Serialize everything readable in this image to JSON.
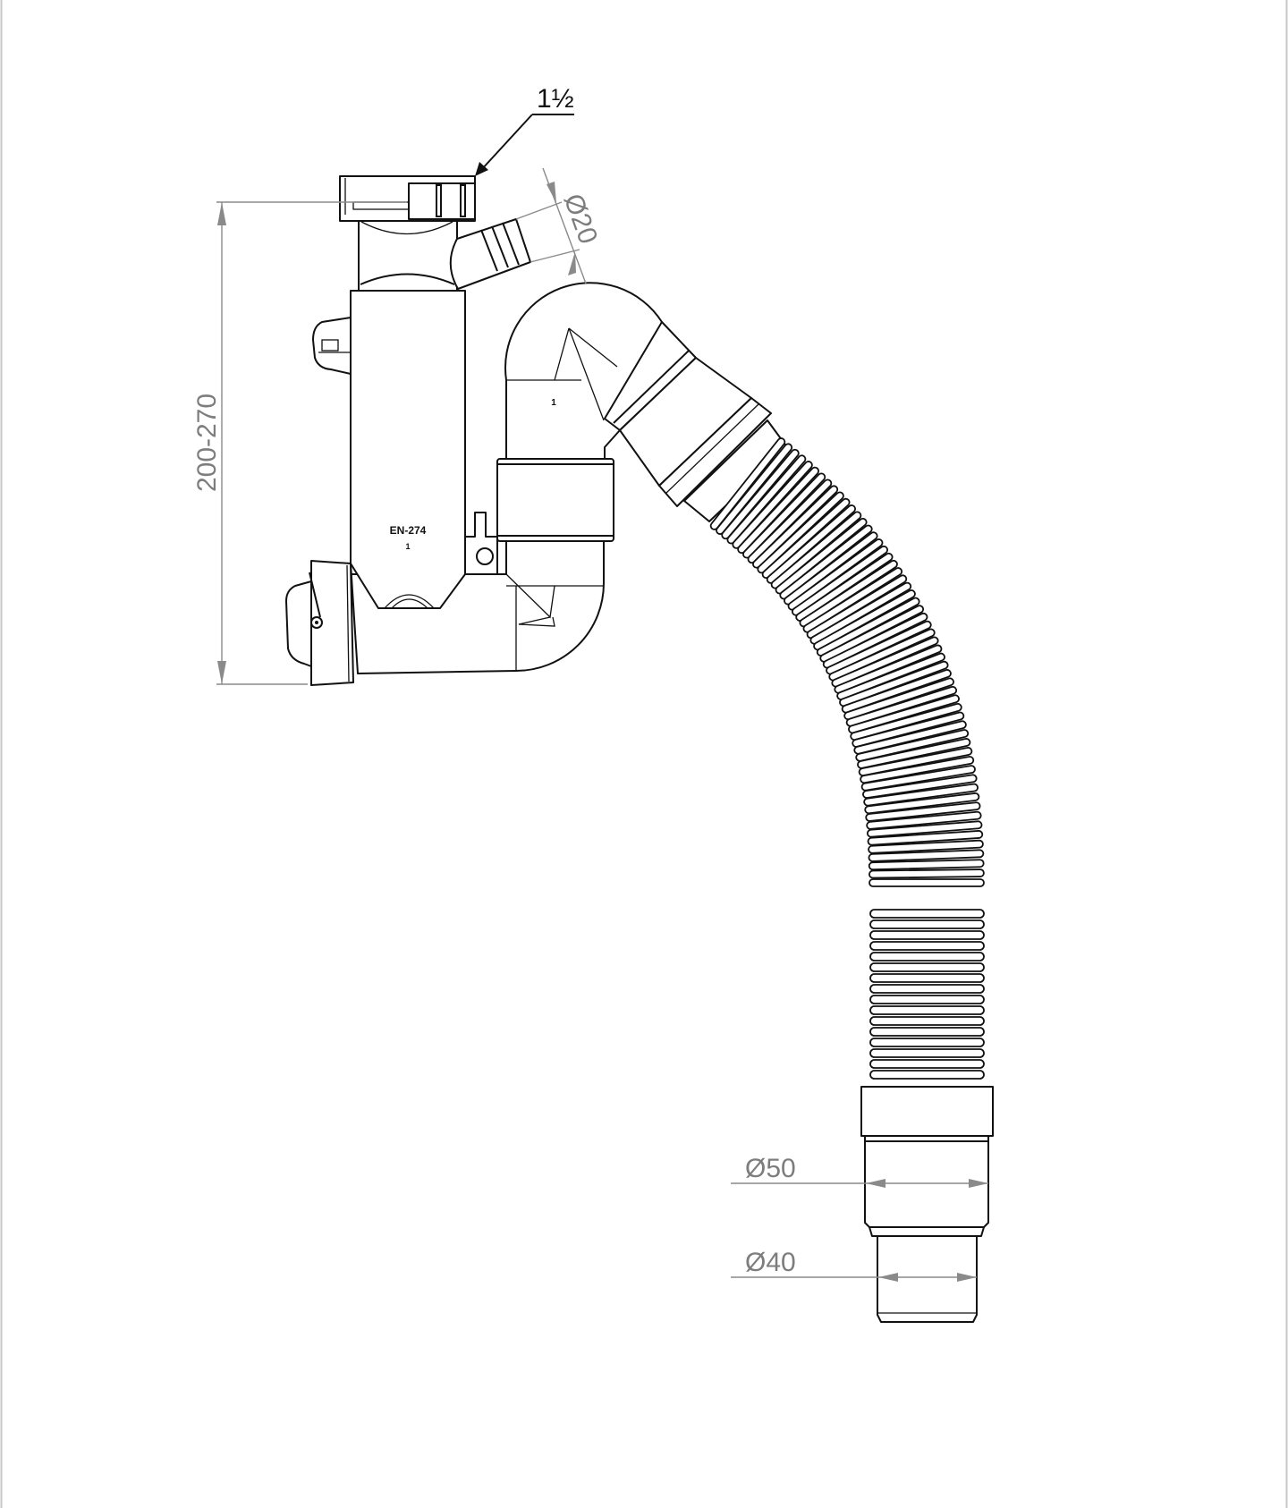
{
  "drawing": {
    "thread_size_label": "1½",
    "inlet_diameter_label": "Ø20",
    "height_range_label": "200-270",
    "outlet_diameter_50_label": "Ø50",
    "outlet_diameter_40_label": "Ø40",
    "standard_marking": "EN-274",
    "body_part_marking": "1",
    "elbow_part_marking": "1"
  },
  "colors": {
    "outline": "#111111",
    "dimension": "#8a8a8a",
    "background": "#ffffff"
  }
}
